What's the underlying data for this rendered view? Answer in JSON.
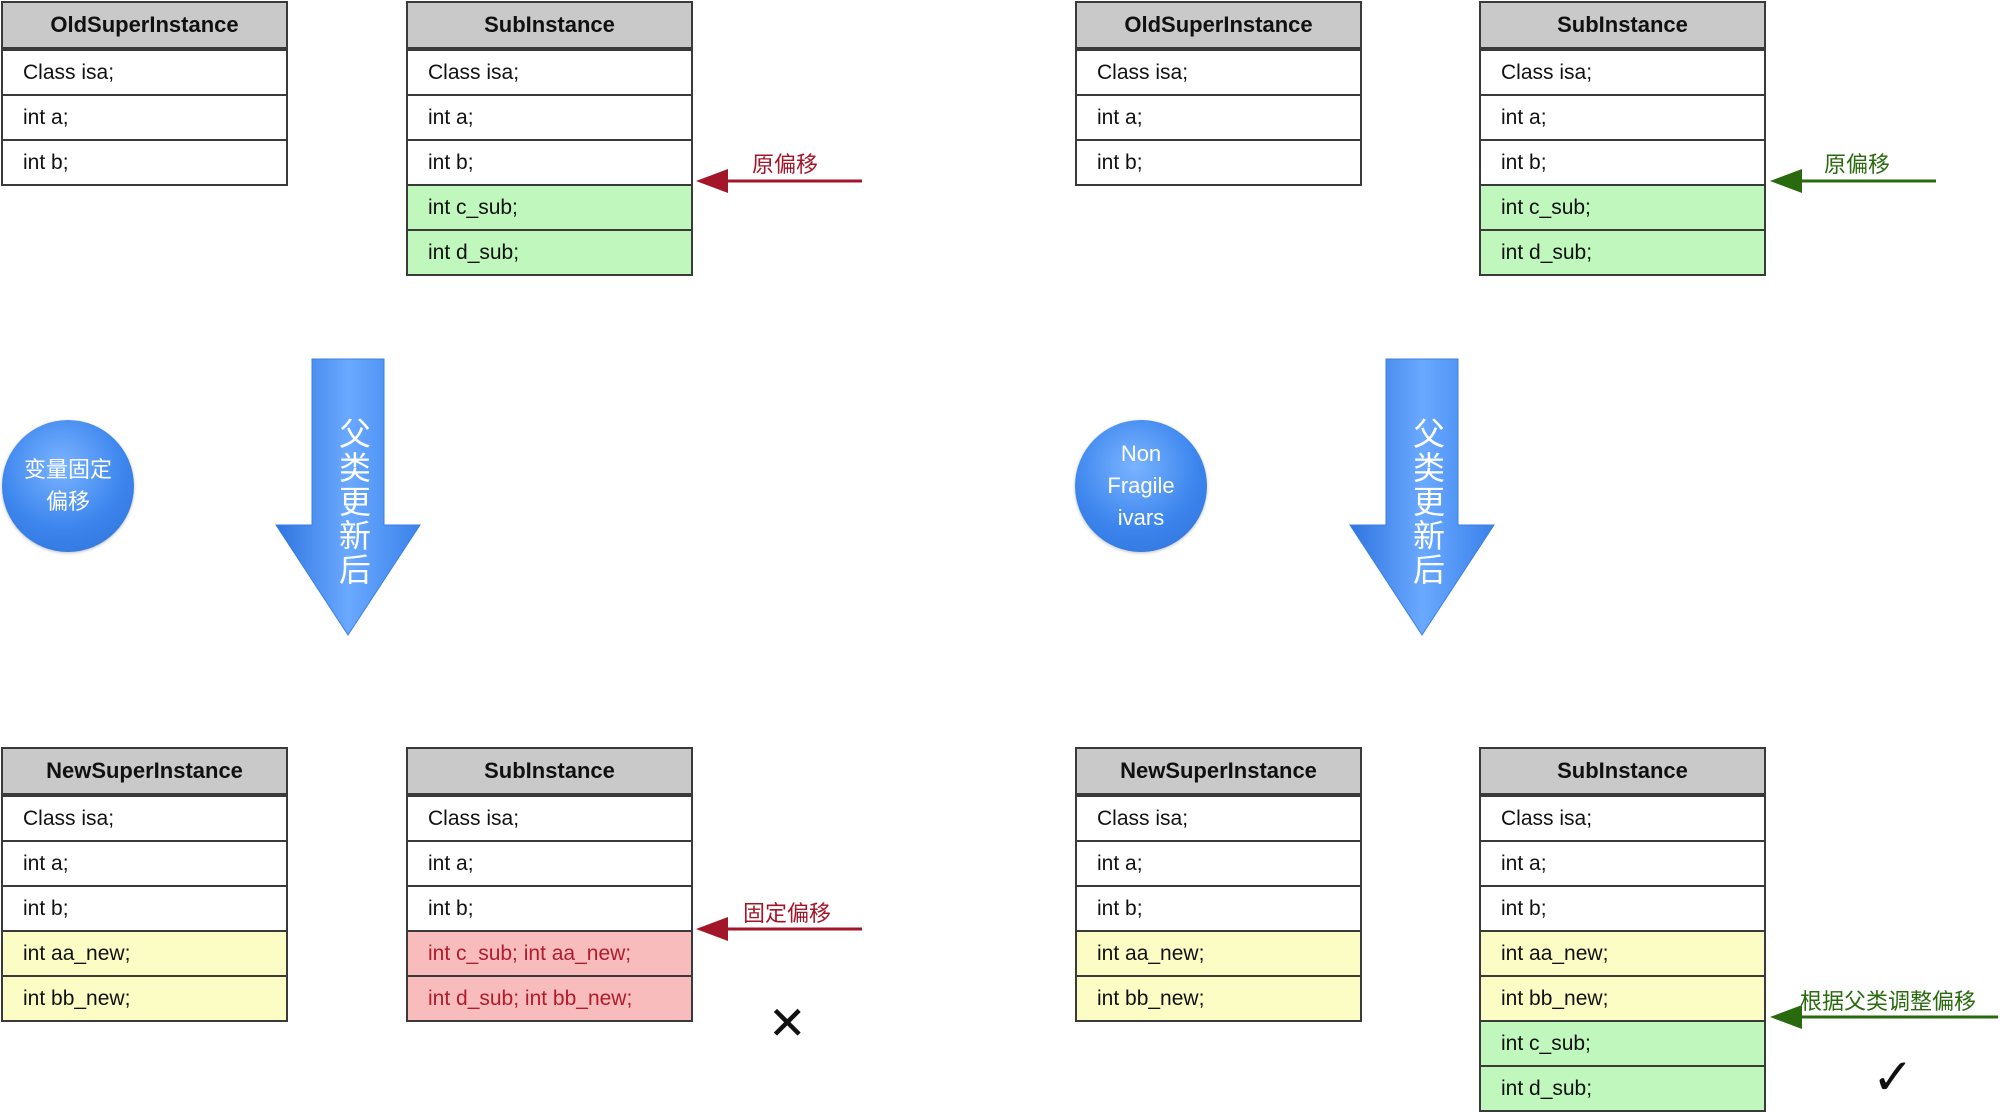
{
  "left": {
    "old_super": {
      "title": "OldSuperInstance",
      "rows": [
        "Class isa;",
        "int a;",
        "int b;"
      ]
    },
    "sub_top": {
      "title": "SubInstance",
      "rows": [
        "Class isa;",
        "int a;",
        "int b;",
        "int c_sub;",
        "int d_sub;"
      ]
    },
    "offset_label": "原偏移",
    "circle_text": "变量固定偏移",
    "arrow_text": "父类更新后",
    "new_super": {
      "title": "NewSuperInstance",
      "rows": [
        "Class isa;",
        "int a;",
        "int b;",
        "int aa_new;",
        "int bb_new;"
      ]
    },
    "sub_bottom": {
      "title": "SubInstance",
      "rows": [
        "Class isa;",
        "int a;",
        "int b;",
        "int c_sub; int aa_new;",
        "int d_sub; int bb_new;"
      ]
    },
    "bottom_label": "固定偏移",
    "result_mark": "✕"
  },
  "right": {
    "old_super": {
      "title": "OldSuperInstance",
      "rows": [
        "Class isa;",
        "int a;",
        "int b;"
      ]
    },
    "sub_top": {
      "title": "SubInstance",
      "rows": [
        "Class isa;",
        "int a;",
        "int b;",
        "int c_sub;",
        "int d_sub;"
      ]
    },
    "offset_label": "原偏移",
    "circle_text": "Non Fragile ivars",
    "arrow_text": "父类更新后",
    "new_super": {
      "title": "NewSuperInstance",
      "rows": [
        "Class isa;",
        "int a;",
        "int b;",
        "int aa_new;",
        "int bb_new;"
      ]
    },
    "sub_bottom": {
      "title": "SubInstance",
      "rows": [
        "Class isa;",
        "int a;",
        "int b;",
        "int aa_new;",
        "int bb_new;",
        "int c_sub;",
        "int d_sub;"
      ]
    },
    "bottom_label": "根据父类调整偏移",
    "result_mark": "✓"
  },
  "colors": {
    "header": "#c9c9c9",
    "green_row": "#bff7bd",
    "yellow_row": "#fcfcc5",
    "red_row": "#f8bcbc",
    "red_arrow": "#a3162a",
    "green_arrow": "#2a6a0e",
    "blue": "#3d86ee"
  }
}
